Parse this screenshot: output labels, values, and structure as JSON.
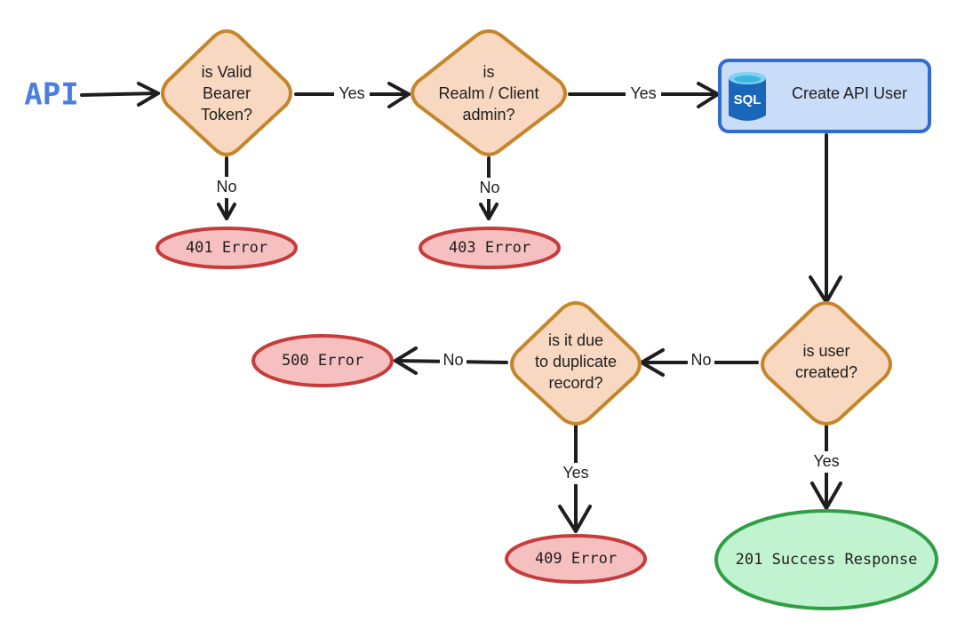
{
  "entry": {
    "label": "API",
    "color": "#4a7ee0"
  },
  "process": {
    "label": "Create API User",
    "icon": "sql-database-icon",
    "icon_label": "SQL"
  },
  "decisions": {
    "bearer": {
      "lines": [
        "is Valid",
        "Bearer",
        "Token?"
      ]
    },
    "admin": {
      "lines": [
        "is",
        "Realm / Client",
        "admin?"
      ]
    },
    "created": {
      "lines": [
        "is user",
        "created?"
      ]
    },
    "duplicate": {
      "lines": [
        "is it due",
        "to duplicate",
        "record?"
      ]
    }
  },
  "outcomes": {
    "e401": "401 Error",
    "e403": "403 Error",
    "e500": "500 Error",
    "e409": "409 Error",
    "s201": "201 Success Response"
  },
  "edge_labels": {
    "bearer_yes": "Yes",
    "bearer_no": "No",
    "admin_yes": "Yes",
    "admin_no": "No",
    "created_no": "No",
    "created_yes": "Yes",
    "duplicate_no": "No",
    "duplicate_yes": "Yes"
  }
}
